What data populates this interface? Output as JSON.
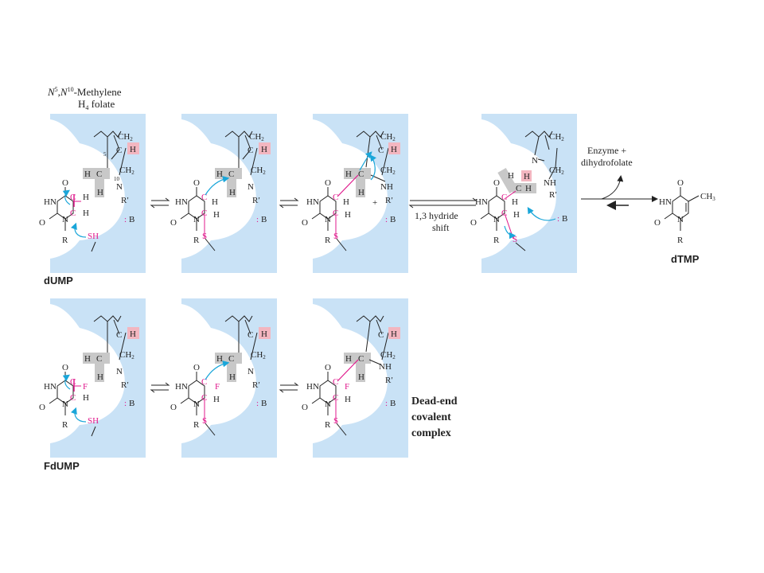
{
  "folate": {
    "line1_a": "N",
    "line1_sup_a": "5",
    "line1_b": ",N",
    "line1_sup_b": "10",
    "line1_c": "-Methylene",
    "line2": "H",
    "line2_sub": "4",
    "line2_tail": " folate"
  },
  "labels": {
    "dump": "dUMP",
    "fdump": "FdUMP",
    "dtmp": "dTMP"
  },
  "hydride": {
    "line1": "1,3 hydride",
    "line2": "shift"
  },
  "enzyme": {
    "line1": "Enzyme +",
    "line2": "dihydrofolate"
  },
  "deadend": {
    "line1": "Dead-end",
    "line2": "covalent",
    "line3": "complex"
  },
  "atoms": {
    "C": "C",
    "H": "H",
    "N": "N",
    "O": "O",
    "S": "S",
    "SH": "SH",
    "F": "F",
    "HN": "HN",
    "NH": "NH",
    "R": "R",
    "Rp": "R′",
    "B": "B",
    "colon": ":",
    "CH2": "CH",
    "sub2": "2",
    "CH3": "CH",
    "sub3": "3",
    "n5": "5",
    "n10": "10",
    "plus": "+"
  },
  "colors": {
    "enzyme": "#c9e2f6",
    "magenta": "#e0198c",
    "cyan": "#1aa6d9",
    "gray": "#c8c8c8",
    "pink": "#f3b6c0",
    "ink": "#222222"
  }
}
